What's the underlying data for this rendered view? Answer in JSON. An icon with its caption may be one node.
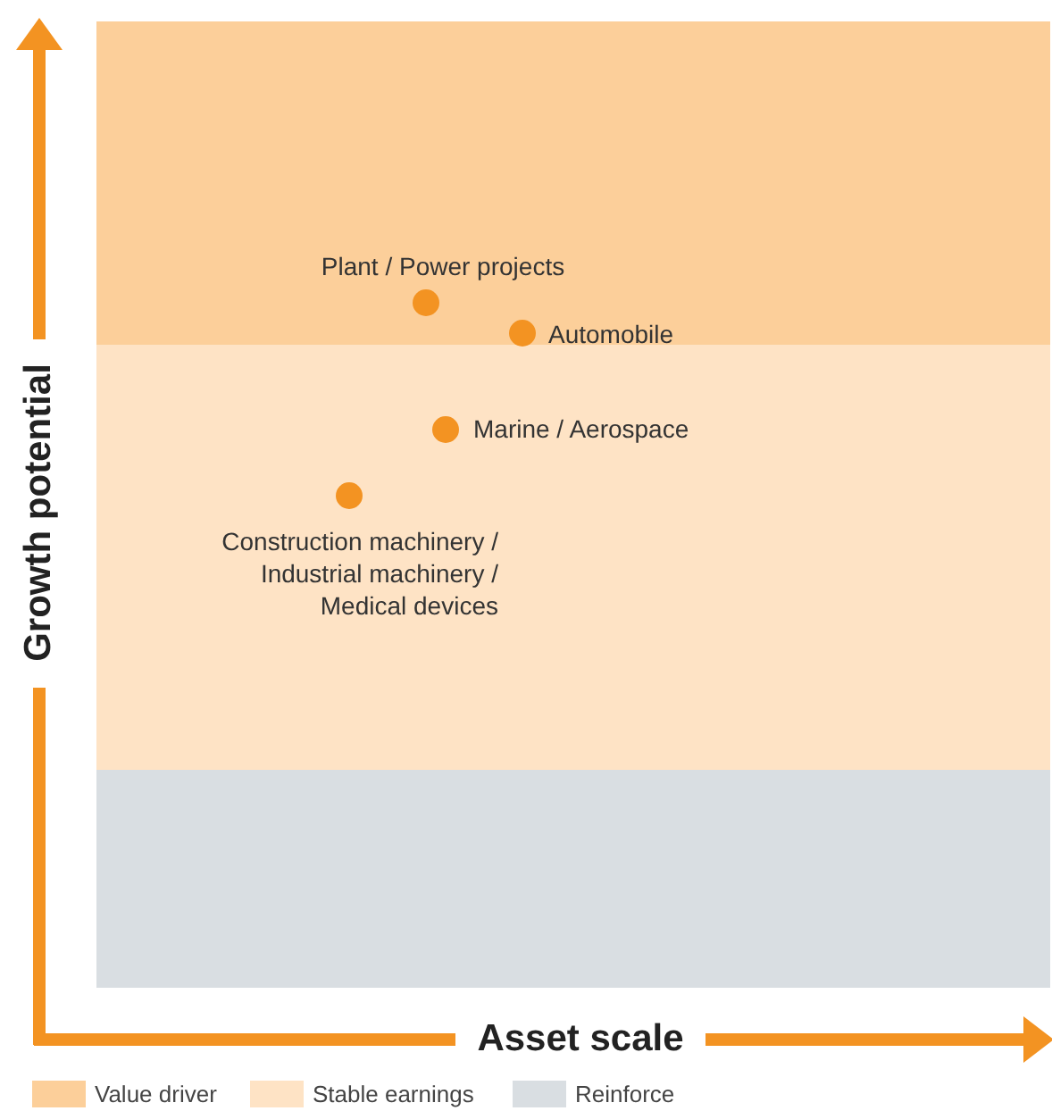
{
  "diagram": {
    "nodes": [
      {
        "text": [],
        "shape": "circle",
        "beside": [
          "Plant / Power projects"
        ]
      },
      {
        "text": [],
        "shape": "circle",
        "beside": [
          "Automobile"
        ]
      },
      {
        "text": [],
        "shape": "circle",
        "beside": [
          "Marine / Aerospace"
        ]
      },
      {
        "text": [],
        "shape": "circle",
        "beside": [
          "Construction machinery / Industrial machinery / Medical devices"
        ]
      }
    ],
    "labels": [
      "Growth potential",
      "Asset scale"
    ],
    "legend": [
      {
        "text": "Value driver",
        "color": "#fccf9a"
      },
      {
        "text": "Stable earnings",
        "color": "#fee3c5"
      },
      {
        "text": "Reinforce",
        "color": "#d9dee2"
      }
    ]
  }
}
